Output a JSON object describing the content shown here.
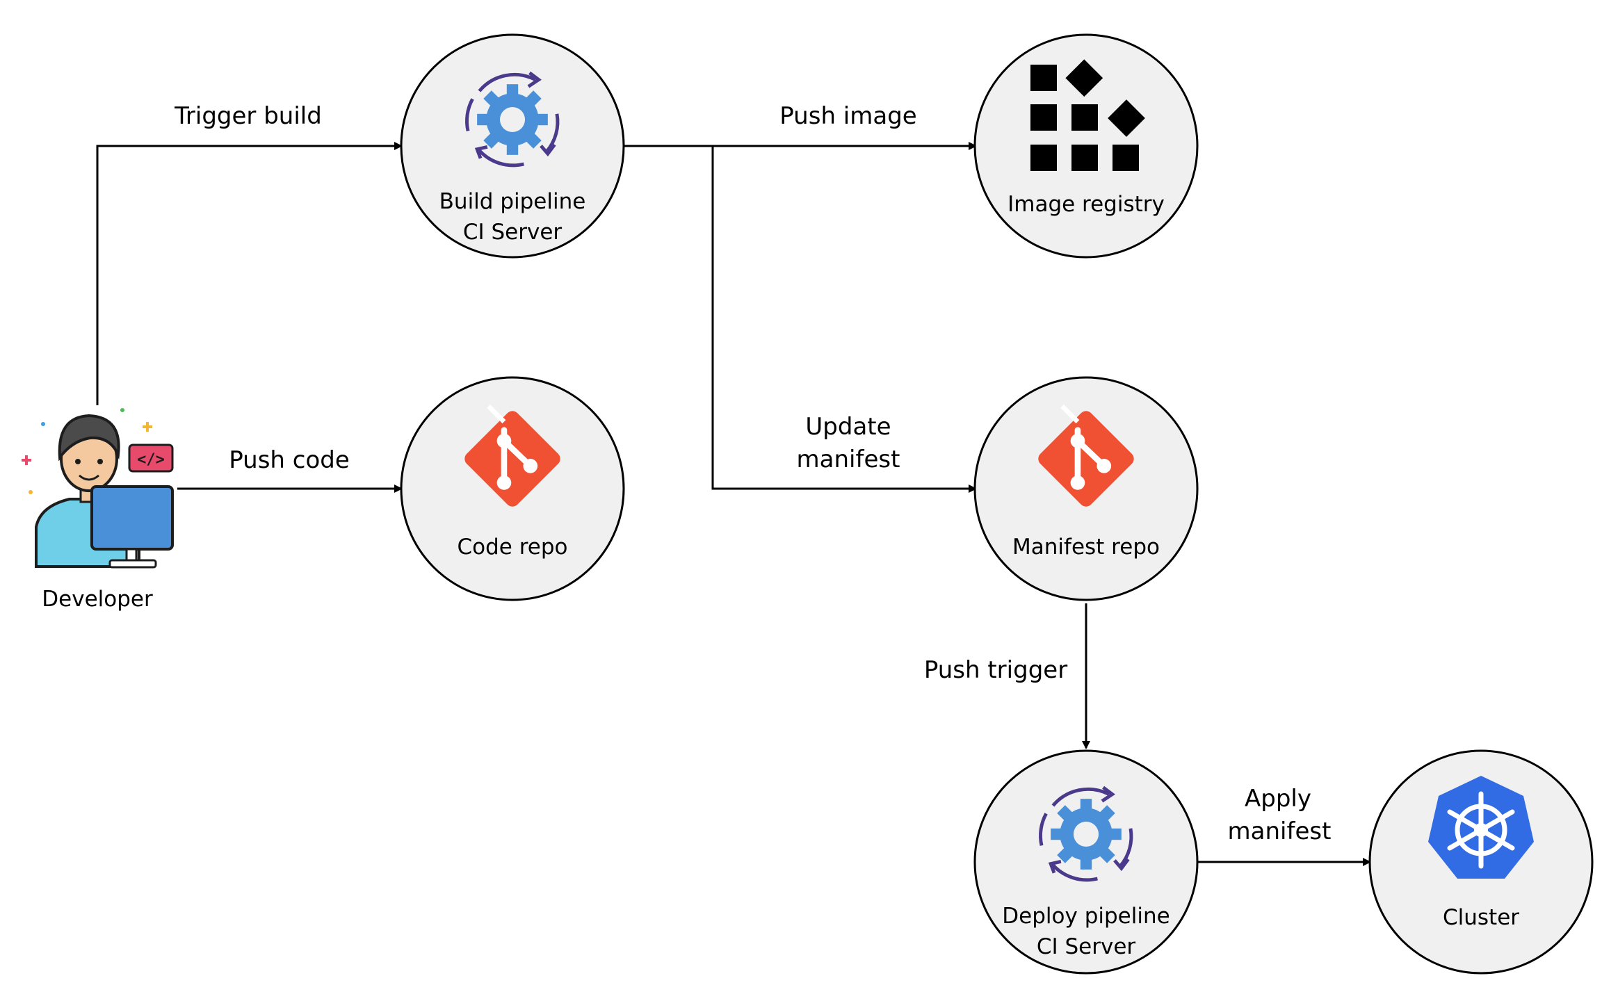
{
  "nodes": {
    "developer": {
      "label": "Developer"
    },
    "build": {
      "line1": "Build pipeline",
      "line2": "CI Server"
    },
    "code_repo": {
      "label": "Code repo"
    },
    "registry": {
      "label": "Image registry"
    },
    "manifest_repo": {
      "label": "Manifest repo"
    },
    "deploy": {
      "line1": "Deploy pipeline",
      "line2": "CI Server"
    },
    "cluster": {
      "label": "Cluster"
    }
  },
  "edges": {
    "trigger_build": "Trigger build",
    "push_code": "Push code",
    "push_image": "Push image",
    "update_manifest_1": "Update",
    "update_manifest_2": "manifest",
    "push_trigger": "Push trigger",
    "apply_manifest_1": "Apply",
    "apply_manifest_2": "manifest"
  },
  "colors": {
    "node_fill": "#f0f0f0",
    "stroke": "#000000",
    "git_red": "#f05133",
    "gear_blue": "#4a90d9",
    "arrow_purple": "#4b3a8c",
    "k8s_blue": "#326ce5"
  },
  "icons": {
    "developer": "developer-avatar-icon",
    "build": "gear-cycle-icon",
    "code_repo": "git-icon",
    "registry": "blocks-icon",
    "manifest_repo": "git-icon",
    "deploy": "gear-cycle-icon",
    "cluster": "kubernetes-helm-icon"
  }
}
